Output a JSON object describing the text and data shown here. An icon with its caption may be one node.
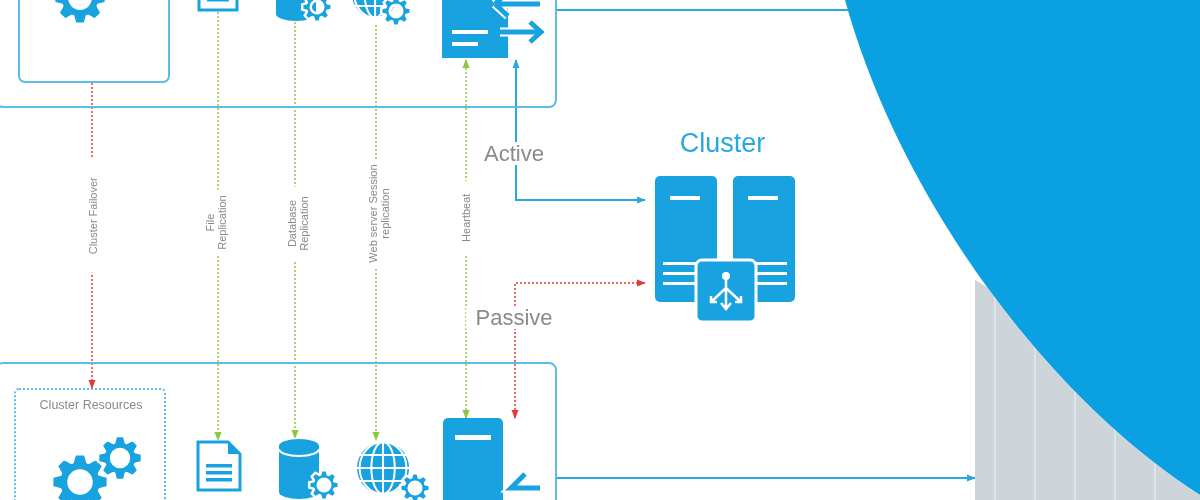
{
  "diagram": {
    "nodes": [
      {
        "text": [],
        "shape": "box"
      },
      {
        "text": [],
        "shape": "box",
        "in": 0
      },
      {
        "text": [],
        "shape": "picture",
        "in": 0
      },
      {
        "text": [],
        "shape": "picture",
        "in": 0
      },
      {
        "text": [],
        "shape": "picture",
        "in": 0
      },
      {
        "text": [],
        "shape": "picture",
        "in": 0
      },
      {
        "text": [
          "Cluster"
        ]
      },
      {
        "text": [],
        "shape": "box"
      },
      {
        "text": [
          "Cluster Resources"
        ],
        "in": 7
      },
      {
        "text": [],
        "shape": "picture",
        "in": 7
      },
      {
        "text": [],
        "shape": "picture",
        "in": 7
      },
      {
        "text": [],
        "shape": "picture",
        "in": 7
      },
      {
        "text": [],
        "shape": "picture",
        "in": 7
      },
      {
        "text": [],
        "shape": "circle"
      },
      {
        "text": [],
        "shape": "picture",
        "in": 13
      }
    ],
    "edges": [
      {
        "from": 1,
        "to": 8,
        "arrow": "to",
        "label": "Cluster Failover",
        "style": "dashed",
        "color": "#e53935"
      },
      {
        "from": 2,
        "to": 9,
        "arrow": "to",
        "label": "File Replication",
        "style": "dashed"
      },
      {
        "from": 3,
        "to": 10,
        "arrow": "to",
        "label": "Database Replication",
        "style": "dashed"
      },
      {
        "from": 4,
        "to": 11,
        "arrow": "to",
        "label": "Web server Session replication",
        "style": "dashed"
      },
      {
        "from": 5,
        "to": 12,
        "arrow": "both",
        "label": "Heartbeat",
        "style": "dashed"
      },
      {
        "from": 5,
        "to": 6,
        "arrow": "both",
        "label": "Active",
        "color": "#29a8e0"
      },
      {
        "from": 12,
        "to": 6,
        "arrow": "both",
        "label": "Passive",
        "style": "dashed",
        "color": "#e53935"
      },
      {
        "from": 7,
        "to": 14,
        "arrow": "to",
        "color": "#29a8e0"
      },
      {
        "from": 0,
        "to": 13,
        "arrow": "none",
        "color": "#29a8e0"
      }
    ]
  }
}
